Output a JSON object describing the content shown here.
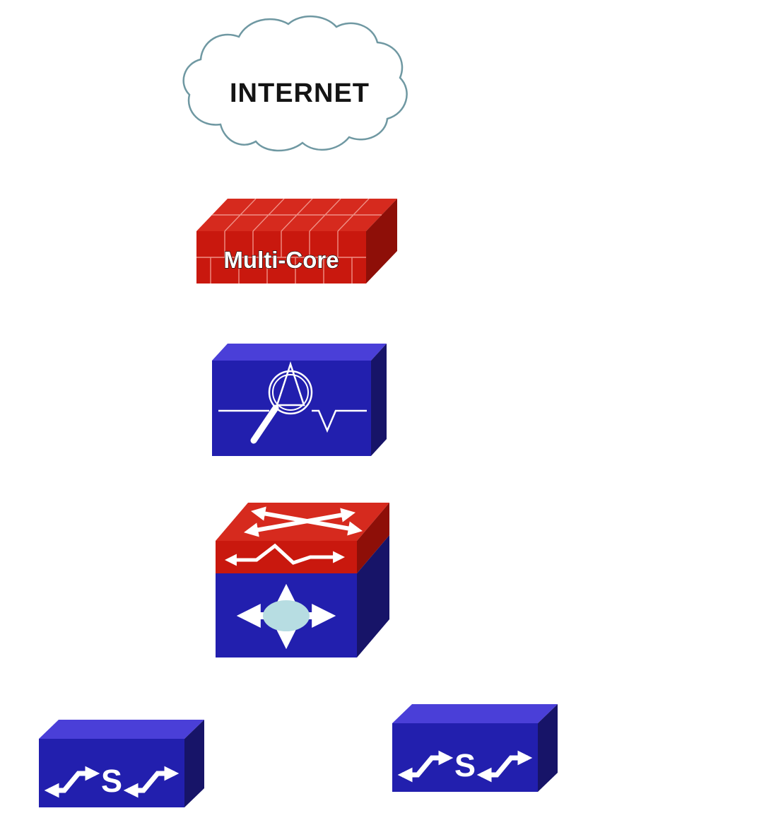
{
  "diagram": {
    "nodes": {
      "internet": {
        "label": "INTERNET",
        "icon": "cloud-icon"
      },
      "firewall": {
        "label": "Multi-Core",
        "icon": "multicore-firewall-brick-box-icon"
      },
      "probe": {
        "icon": "network-analyzer-magnifier-box-icon"
      },
      "core_switch": {
        "icon": "layer3-switch-cube-icon"
      },
      "switch_left": {
        "label": "S",
        "icon": "l2-switch-icon"
      },
      "switch_right": {
        "label": "S",
        "icon": "l2-switch-icon"
      }
    },
    "colors": {
      "cloud_stroke": "#6f98a2",
      "text_dark": "#141414",
      "red_front": "#c9180e",
      "red_top": "#d62a1e",
      "red_side": "#8e0f08",
      "red_grid": "#ef9086",
      "blue_front": "#221fae",
      "blue_top": "#4a3fd8",
      "blue_side": "#171468",
      "pale_ellipse": "#b7dde2",
      "icon_white": "#ffffff"
    }
  }
}
